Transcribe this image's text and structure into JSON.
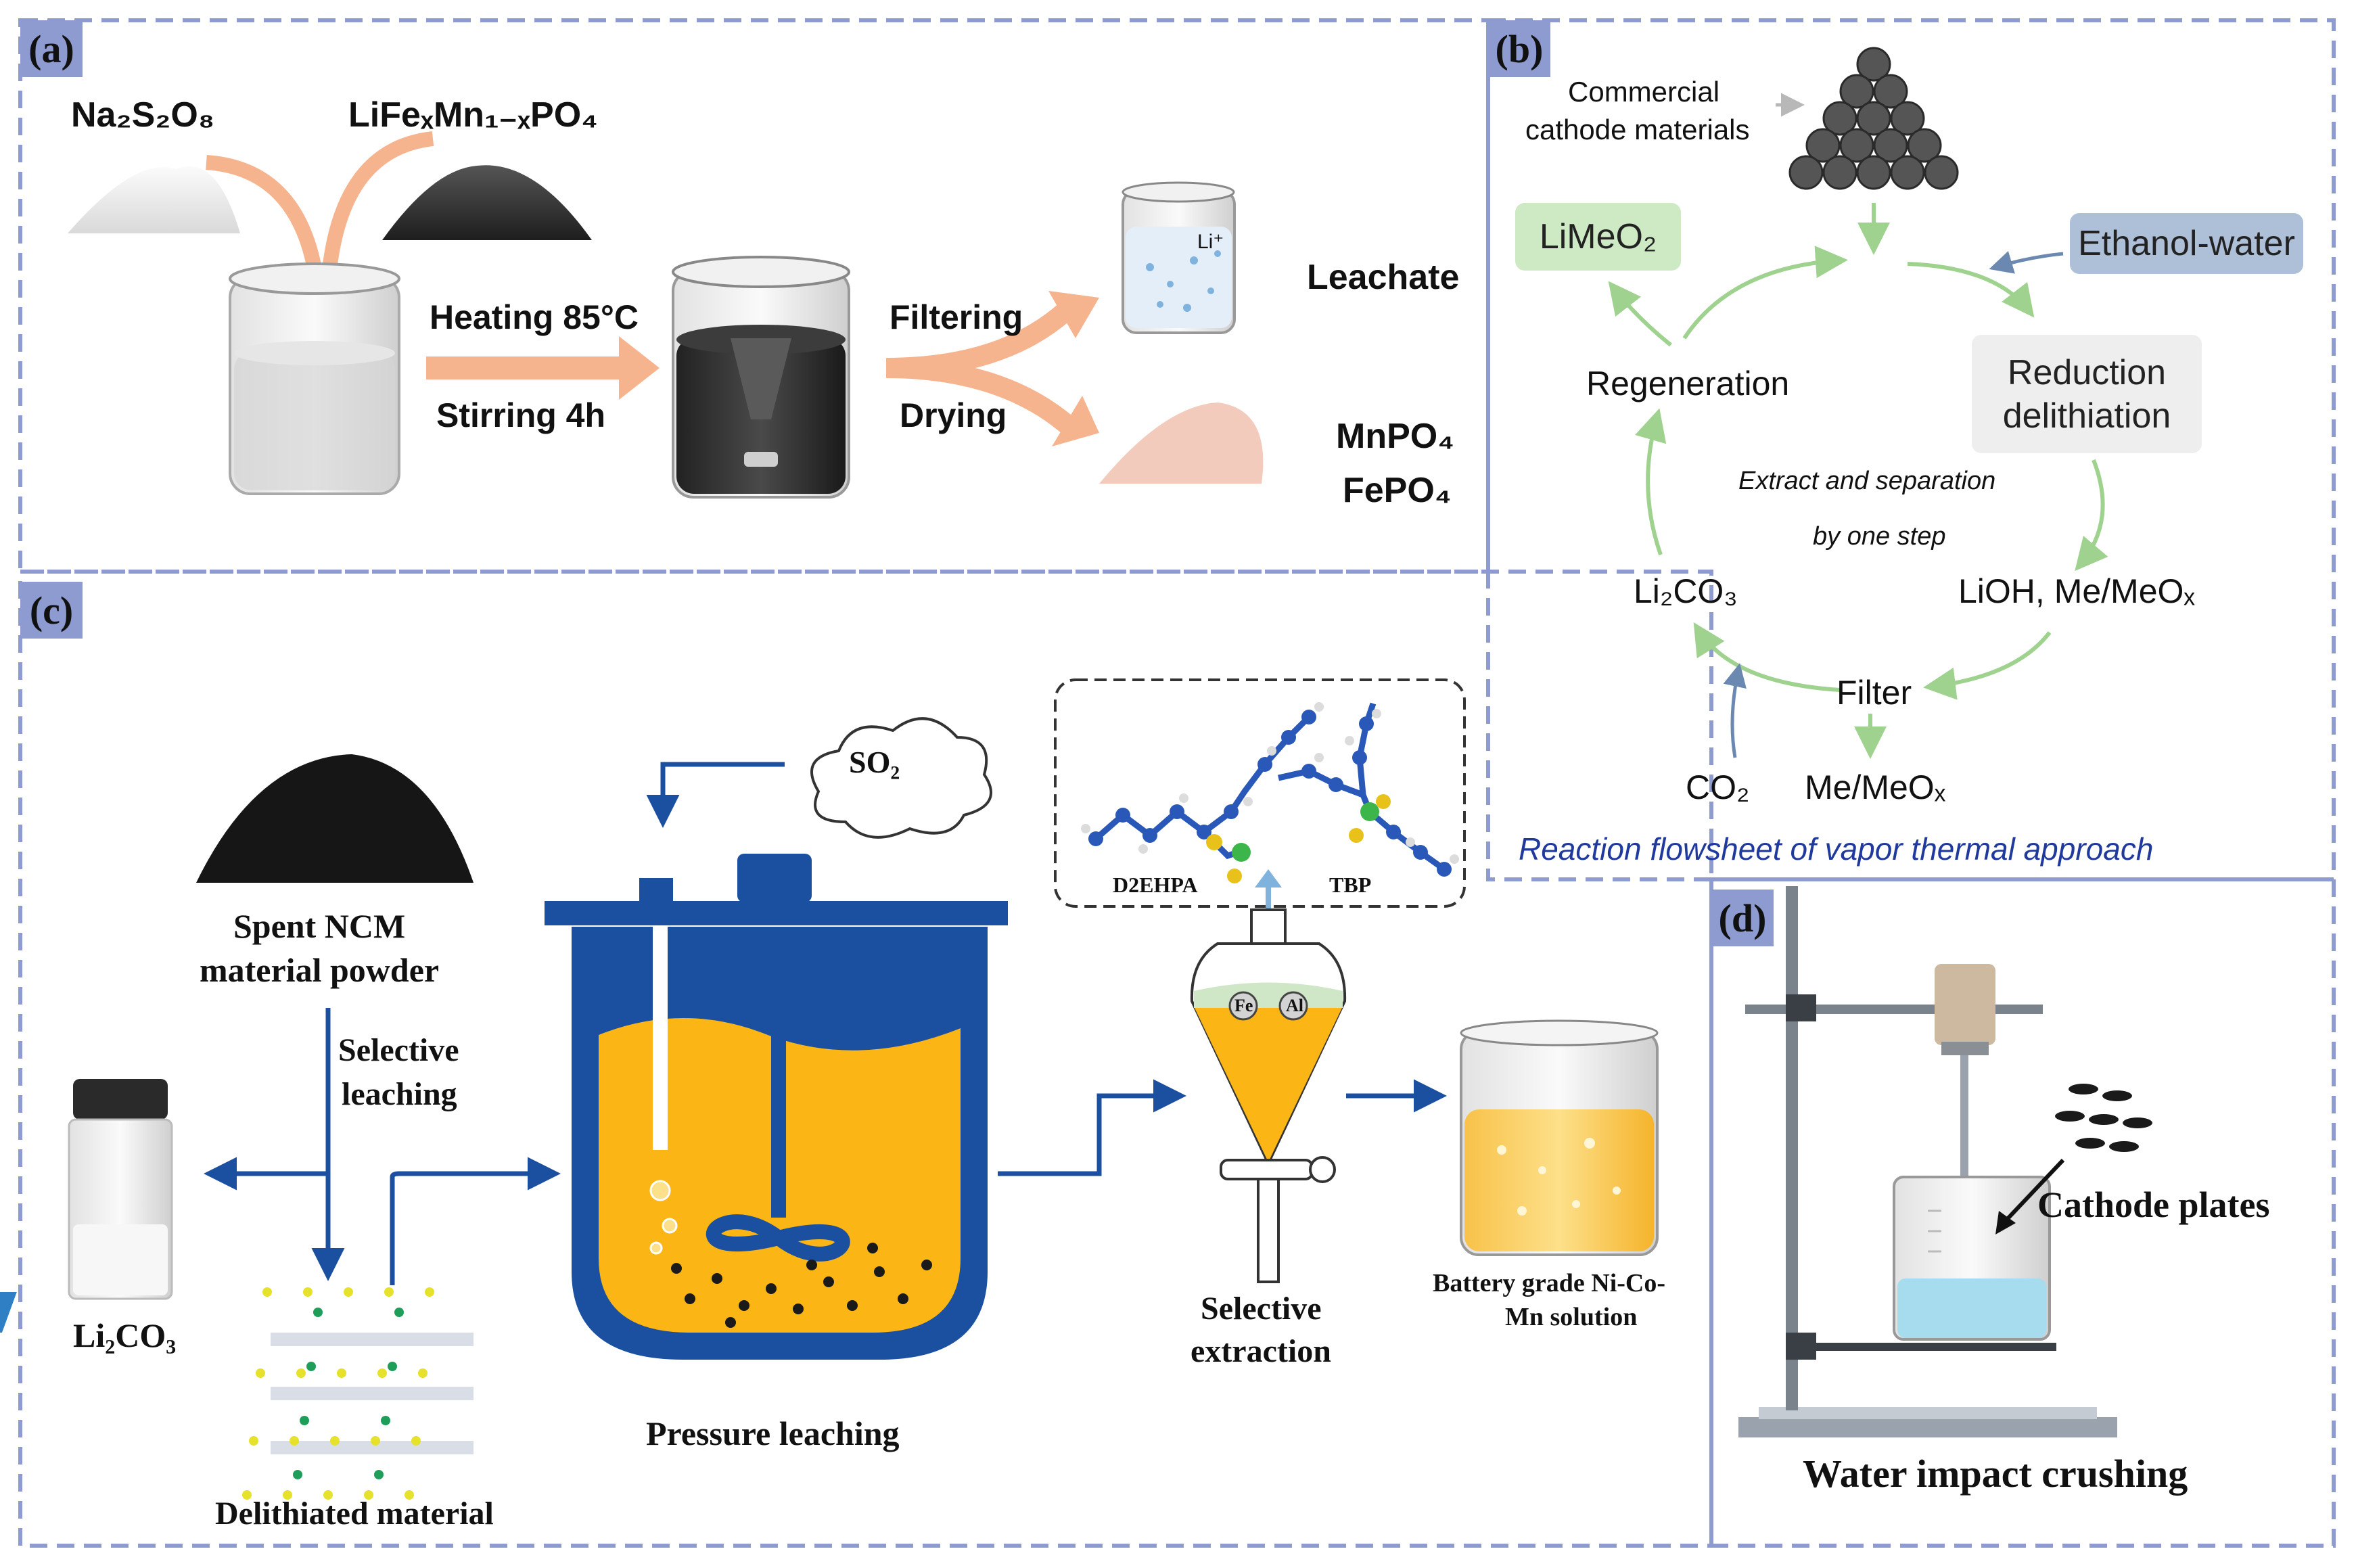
{
  "panels": {
    "a": {
      "tag": "(a)",
      "reagent1": "Na₂S₂O₈",
      "reagent2": "LiFeₓMn₁₋ₓPO₄",
      "step1_line1": "Heating 85°C",
      "step1_line2": "Stirring 4h",
      "step2_line1": "Filtering",
      "step2_line2": "Drying",
      "beaker_ion": "Li⁺",
      "product1": "Leachate",
      "product2a": "MnPO₄",
      "product2b": "FePO₄"
    },
    "b": {
      "tag": "(b)",
      "feed": "Commercial cathode materials",
      "feed_line1": "Commercial",
      "feed_line2": "cathode materials",
      "product": "LiMeO₂",
      "solvent": "Ethanol-water",
      "reduction_line1": "Reduction",
      "reduction_line2": "delithiation",
      "regeneration": "Regeneration",
      "center_line1": "Extract and separation",
      "center_line2": "by one step",
      "li2co3": "Li₂CO₃",
      "lioh": "LiOH, Me/MeOₓ",
      "filter": "Filter",
      "co2": "CO₂",
      "residue": "Me/MeOₓ",
      "caption": "Reaction flowsheet of vapor thermal approach"
    },
    "c": {
      "tag": "(c)",
      "so2": "SO₂",
      "spent_line1": "Spent NCM",
      "spent_line2": "material powder",
      "selective_line1": "Selective",
      "selective_line2": "leaching",
      "li2co3": "Li₂CO₃",
      "delithiated": "Delithiated material",
      "pressure": "Pressure leaching",
      "extractant1": "D2EHPA",
      "extractant2": "TBP",
      "fe": "Fe",
      "al": "Al",
      "extraction_line1": "Selective",
      "extraction_line2": "extraction",
      "solution_line1": "Battery grade Ni-Co-",
      "solution_line2": "Mn solution"
    },
    "d": {
      "tag": "(d)",
      "plates": "Cathode plates",
      "caption": "Water impact crushing"
    }
  },
  "colors": {
    "dash_border": "#8d9bd1",
    "arrow_orange": "#f6b48e",
    "cycle_green": "#9fd28f",
    "green_box": "#cdeac4",
    "blue_box": "#aebfd8",
    "gray_box": "#eeeeee",
    "caption_blue": "#1f3a9c",
    "reactor_blue": "#1b4fa0",
    "liquid_yellow": "#fbb615"
  }
}
